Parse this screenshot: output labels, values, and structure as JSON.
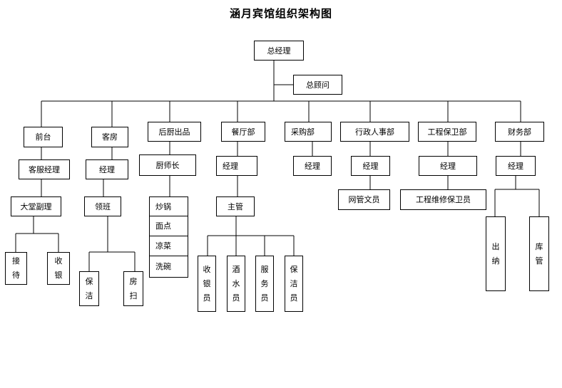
{
  "title": "涵月宾馆组织架构图",
  "root": "总经理",
  "advisor": "总顾问",
  "departments": {
    "front": "前台",
    "rooms": "客房",
    "kitchen": "后厨出品",
    "restaurant": "餐厅部",
    "purchasing": "采购部",
    "admin": "行政人事部",
    "engineering": "工程保卫部",
    "finance": "财务部"
  },
  "front": {
    "manager": "客服经理",
    "lobby_manager": "大堂副理",
    "reception": "接待",
    "cashier": "收银"
  },
  "rooms": {
    "manager": "经理",
    "foreman": "领班",
    "cleaner": "保洁",
    "room_sweep": "房扫"
  },
  "kitchen": {
    "chef": "厨师长",
    "stations": [
      "炒锅",
      "面点",
      "凉菜",
      "洗碗"
    ]
  },
  "restaurant": {
    "manager": "经理",
    "supervisor": "主管",
    "staff": [
      "收银员",
      "酒水员",
      "服务员",
      "保洁员"
    ]
  },
  "purchasing": {
    "manager": "经理"
  },
  "admin": {
    "manager": "经理",
    "clerk": "网管文员"
  },
  "engineering": {
    "manager": "经理",
    "staff": "工程维修保卫员"
  },
  "finance": {
    "manager": "经理",
    "cashier": "出纳",
    "warehouse": "库管"
  },
  "colors": {
    "line": "#000000",
    "box_bg": "#ffffff",
    "text": "#000000"
  }
}
